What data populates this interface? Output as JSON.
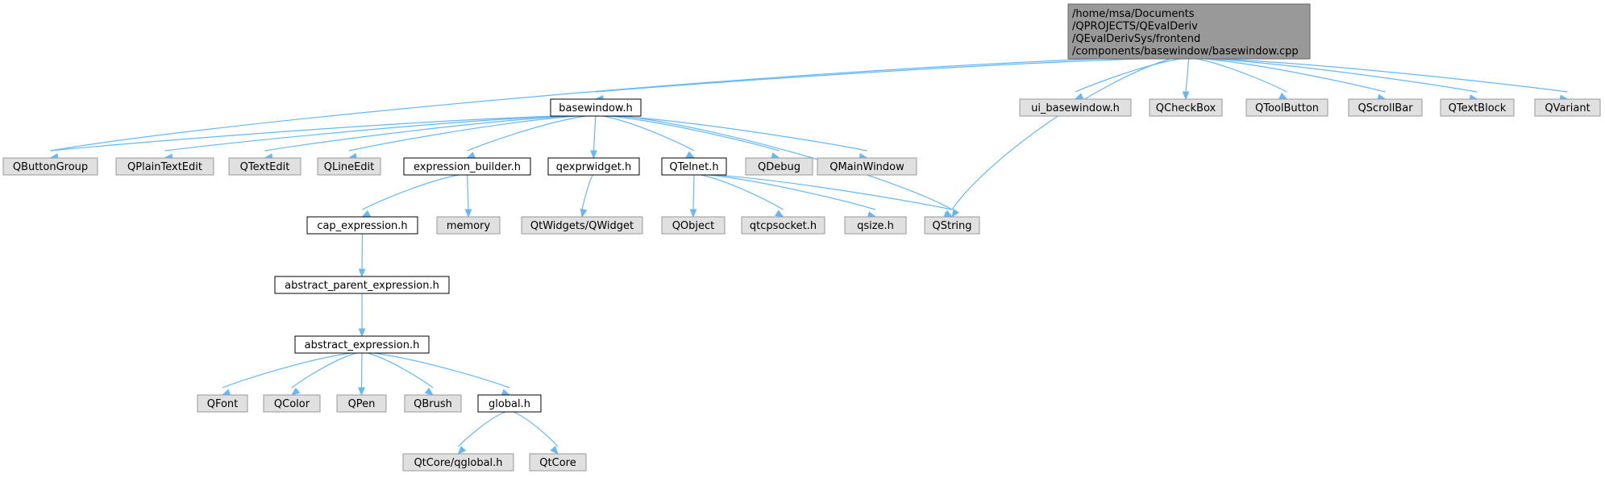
{
  "graph": {
    "colors": {
      "edge": "#63b8ff",
      "root_fill": "#999999",
      "local_fill": "#ffffff",
      "external_fill": "#e0e0e0"
    },
    "nodes": [
      {
        "id": "root",
        "kind": "root",
        "lines": [
          "/home/msa/Documents",
          "/QPROJECTS/QEvalDeriv",
          "/QEvalDerivSys/frontend",
          "/components/basewindow/basewindow.cpp"
        ]
      },
      {
        "id": "basewindow_h",
        "kind": "local",
        "lines": [
          "basewindow.h"
        ]
      },
      {
        "id": "ui_basewindow_h",
        "kind": "external",
        "lines": [
          "ui_basewindow.h"
        ]
      },
      {
        "id": "QCheckBox",
        "kind": "external",
        "lines": [
          "QCheckBox"
        ]
      },
      {
        "id": "QToolButton",
        "kind": "external",
        "lines": [
          "QToolButton"
        ]
      },
      {
        "id": "QScrollBar",
        "kind": "external",
        "lines": [
          "QScrollBar"
        ]
      },
      {
        "id": "QTextBlock",
        "kind": "external",
        "lines": [
          "QTextBlock"
        ]
      },
      {
        "id": "QVariant",
        "kind": "external",
        "lines": [
          "QVariant"
        ]
      },
      {
        "id": "QButtonGroup",
        "kind": "external",
        "lines": [
          "QButtonGroup"
        ]
      },
      {
        "id": "QPlainTextEdit",
        "kind": "external",
        "lines": [
          "QPlainTextEdit"
        ]
      },
      {
        "id": "QTextEdit",
        "kind": "external",
        "lines": [
          "QTextEdit"
        ]
      },
      {
        "id": "QLineEdit",
        "kind": "external",
        "lines": [
          "QLineEdit"
        ]
      },
      {
        "id": "expression_builder_h",
        "kind": "local",
        "lines": [
          "expression_builder.h"
        ]
      },
      {
        "id": "qexprwidget_h",
        "kind": "local",
        "lines": [
          "qexprwidget.h"
        ]
      },
      {
        "id": "QTelnet_h",
        "kind": "local",
        "lines": [
          "QTelnet.h"
        ]
      },
      {
        "id": "QDebug",
        "kind": "external",
        "lines": [
          "QDebug"
        ]
      },
      {
        "id": "QMainWindow",
        "kind": "external",
        "lines": [
          "QMainWindow"
        ]
      },
      {
        "id": "QString",
        "kind": "external",
        "lines": [
          "QString"
        ]
      },
      {
        "id": "cap_expression_h",
        "kind": "local",
        "lines": [
          "cap_expression.h"
        ]
      },
      {
        "id": "memory",
        "kind": "external",
        "lines": [
          "memory"
        ]
      },
      {
        "id": "QtWidgets_QWidget",
        "kind": "external",
        "lines": [
          "QtWidgets/QWidget"
        ]
      },
      {
        "id": "QObject",
        "kind": "external",
        "lines": [
          "QObject"
        ]
      },
      {
        "id": "qtcpsocket_h",
        "kind": "external",
        "lines": [
          "qtcpsocket.h"
        ]
      },
      {
        "id": "qsize_h",
        "kind": "external",
        "lines": [
          "qsize.h"
        ]
      },
      {
        "id": "abstract_parent_expression_h",
        "kind": "local",
        "lines": [
          "abstract_parent_expression.h"
        ]
      },
      {
        "id": "abstract_expression_h",
        "kind": "local",
        "lines": [
          "abstract_expression.h"
        ]
      },
      {
        "id": "QFont",
        "kind": "external",
        "lines": [
          "QFont"
        ]
      },
      {
        "id": "QColor",
        "kind": "external",
        "lines": [
          "QColor"
        ]
      },
      {
        "id": "QPen",
        "kind": "external",
        "lines": [
          "QPen"
        ]
      },
      {
        "id": "QBrush",
        "kind": "external",
        "lines": [
          "QBrush"
        ]
      },
      {
        "id": "global_h",
        "kind": "local",
        "lines": [
          "global.h"
        ]
      },
      {
        "id": "QtCore_qglobal_h",
        "kind": "external",
        "lines": [
          "QtCore/qglobal.h"
        ]
      },
      {
        "id": "QtCore",
        "kind": "external",
        "lines": [
          "QtCore"
        ]
      }
    ],
    "edges": [
      [
        "root",
        "basewindow_h"
      ],
      [
        "root",
        "QButtonGroup"
      ],
      [
        "root",
        "QString"
      ],
      [
        "root",
        "ui_basewindow_h"
      ],
      [
        "root",
        "QCheckBox"
      ],
      [
        "root",
        "QToolButton"
      ],
      [
        "root",
        "QScrollBar"
      ],
      [
        "root",
        "QTextBlock"
      ],
      [
        "root",
        "QVariant"
      ],
      [
        "basewindow_h",
        "QButtonGroup"
      ],
      [
        "basewindow_h",
        "QPlainTextEdit"
      ],
      [
        "basewindow_h",
        "QTextEdit"
      ],
      [
        "basewindow_h",
        "QLineEdit"
      ],
      [
        "basewindow_h",
        "expression_builder_h"
      ],
      [
        "basewindow_h",
        "qexprwidget_h"
      ],
      [
        "basewindow_h",
        "QTelnet_h"
      ],
      [
        "basewindow_h",
        "QDebug"
      ],
      [
        "basewindow_h",
        "QMainWindow"
      ],
      [
        "basewindow_h",
        "QString"
      ],
      [
        "expression_builder_h",
        "cap_expression_h"
      ],
      [
        "expression_builder_h",
        "memory"
      ],
      [
        "qexprwidget_h",
        "QtWidgets_QWidget"
      ],
      [
        "QTelnet_h",
        "QObject"
      ],
      [
        "QTelnet_h",
        "qtcpsocket_h"
      ],
      [
        "QTelnet_h",
        "qsize_h"
      ],
      [
        "QTelnet_h",
        "QString"
      ],
      [
        "cap_expression_h",
        "abstract_parent_expression_h"
      ],
      [
        "abstract_parent_expression_h",
        "abstract_expression_h"
      ],
      [
        "abstract_expression_h",
        "QFont"
      ],
      [
        "abstract_expression_h",
        "QColor"
      ],
      [
        "abstract_expression_h",
        "QPen"
      ],
      [
        "abstract_expression_h",
        "QBrush"
      ],
      [
        "abstract_expression_h",
        "global_h"
      ],
      [
        "global_h",
        "QtCore_qglobal_h"
      ],
      [
        "global_h",
        "QtCore"
      ]
    ]
  }
}
